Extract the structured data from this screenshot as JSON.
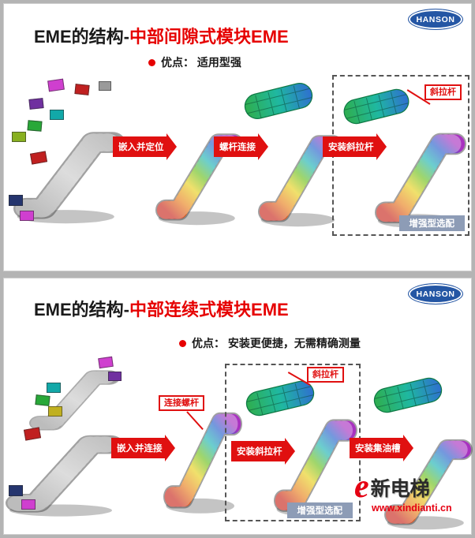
{
  "colors": {
    "accent_red": "#e60000",
    "arrow_red": "#e01010",
    "logo_blue": "#2456a4",
    "option_label_bg": "#8d9cb6"
  },
  "slide1": {
    "logo": "HANSON",
    "title_black": "EME的结构-",
    "title_red": "中部间隙式模块EME",
    "advantage": "优点： 适用型强",
    "arrows": [
      "嵌入并定位",
      "螺杆连接",
      "安装斜拉杆"
    ],
    "callout": "斜拉杆",
    "option_label": "增强型选配"
  },
  "slide2": {
    "logo": "HANSON",
    "title_black": "EME的结构-",
    "title_red": "中部连续式模块EME",
    "advantage": "优点： 安装更便捷，无需精确测量",
    "callout_bolt": "连接螺杆",
    "callout_rod": "斜拉杆",
    "arrows": [
      "嵌入并连接",
      "安装斜拉杆",
      "安装集油槽"
    ],
    "option_label": "增强型选配",
    "watermark": {
      "glyph": "e",
      "brand": "新电梯",
      "url": "www.xindianti.cn"
    }
  }
}
